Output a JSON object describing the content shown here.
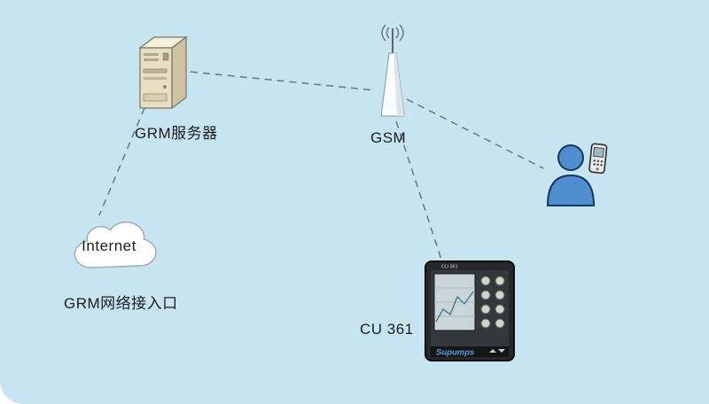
{
  "diagram": {
    "background": "#c7e5f0",
    "line_color": "#6f7d84",
    "accent_person": "#4f8fd0",
    "server_body": "#e7dfc4",
    "nodes": {
      "server": {
        "label": "GRM服务器"
      },
      "gsm": {
        "label": "GSM"
      },
      "internet": {
        "label": "Internet"
      },
      "access": {
        "label": "GRM网络接入口"
      },
      "cu361": {
        "label": "CU 361",
        "brand": "Supumps"
      }
    }
  }
}
